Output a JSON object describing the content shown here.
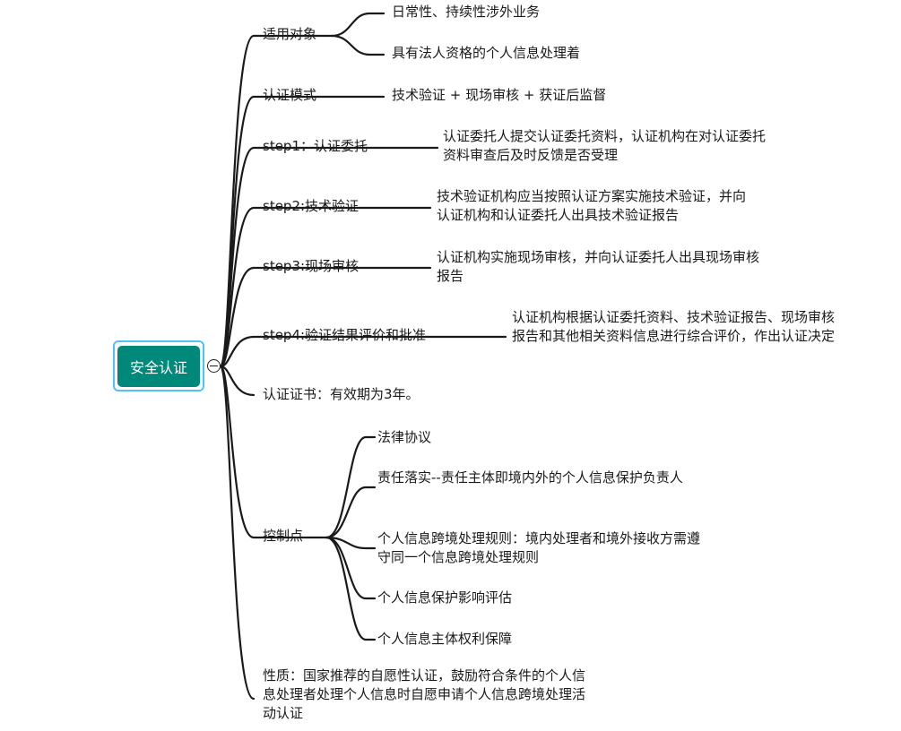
{
  "root": {
    "label": "安全认证"
  },
  "branches": {
    "applicable": {
      "label": "适用对象",
      "children": [
        "日常性、持续性涉外业务",
        "具有法人资格的个人信息处理着"
      ]
    },
    "mode": {
      "label": "认证模式",
      "children": [
        "技术验证 + 现场审核 + 获证后监督"
      ]
    },
    "step1": {
      "label": "step1：认证委托",
      "children": [
        "认证委托人提交认证委托资料，认证机构在对认证委托资料审查后及时反馈是否受理"
      ]
    },
    "step2": {
      "label": "step2:技术验证",
      "children": [
        "技术验证机构应当按照认证方案实施技术验证，并向认证机构和认证委托人出具技术验证报告"
      ]
    },
    "step3": {
      "label": "step3:现场审核",
      "children": [
        "认证机构实施现场审核，并向认证委托人出具现场审核报告"
      ]
    },
    "step4": {
      "label": "step4:验证结果评价和批准",
      "children": [
        "认证机构根据认证委托资料、技术验证报告、现场审核报告和其他相关资料信息进行综合评价，作出认证决定"
      ]
    },
    "certificate": {
      "label": "认证证书：有效期为3年。"
    },
    "control": {
      "label": "控制点",
      "children": [
        "法律协议",
        "责任落实--责任主体即境内外的个人信息保护负责人",
        "个人信息跨境处理规则：境内处理者和境外接收方需遵守同一个信息跨境处理规则",
        "个人信息保护影响评估",
        "个人信息主体权利保障"
      ]
    },
    "nature": {
      "label": "性质：国家推荐的自愿性认证，鼓励符合条件的个人信息处理者处理个人信息时自愿申请个人信息跨境处理活动认证"
    }
  },
  "colors": {
    "root_fill": "#00897b",
    "root_border": "#4fc3f7",
    "line": "#1a1a1a"
  }
}
